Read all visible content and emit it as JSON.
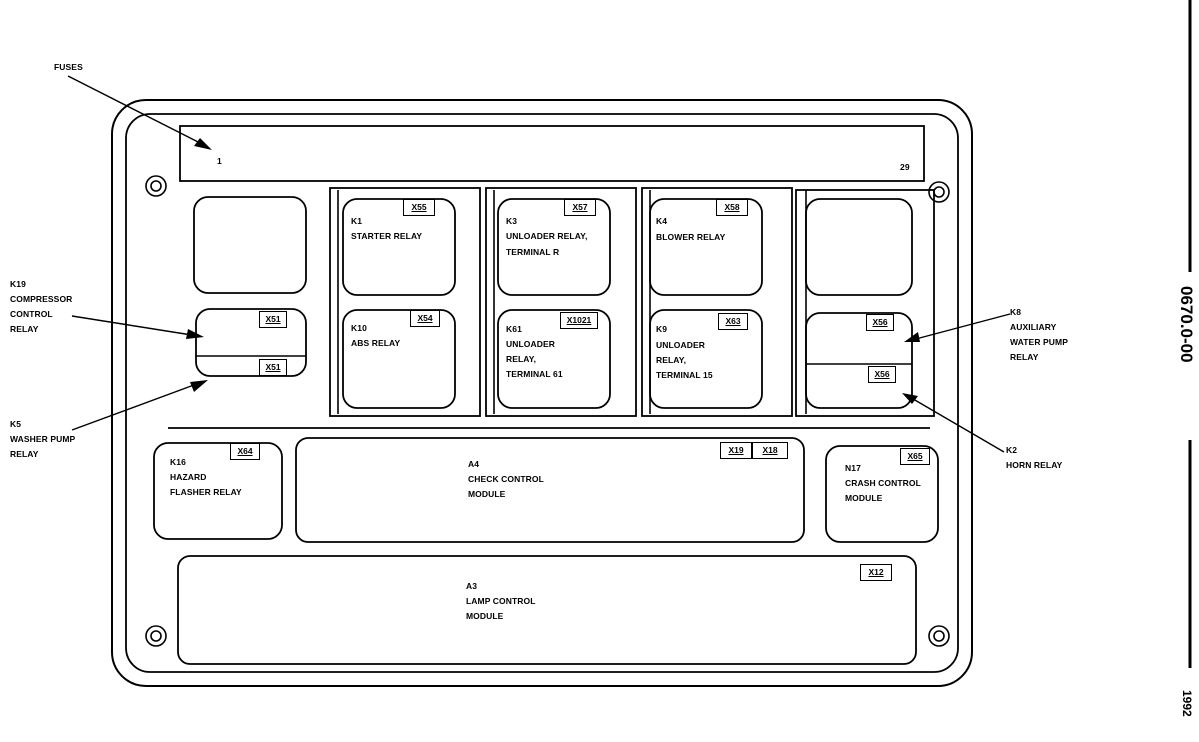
{
  "fuse_strip": {
    "label": "FUSES",
    "start": "1",
    "end": "29"
  },
  "relays": {
    "k1": {
      "code": "K1",
      "desc": "STARTER RELAY",
      "conn": "X55"
    },
    "k3": {
      "code": "K3",
      "desc1": "UNLOADER RELAY,",
      "desc2": "TERMINAL R",
      "conn": "X57"
    },
    "k4": {
      "code": "K4",
      "desc": "BLOWER RELAY",
      "conn": "X58"
    },
    "k10": {
      "code": "K10",
      "desc": "ABS RELAY",
      "conn": "X54"
    },
    "k61": {
      "code": "K61",
      "desc1": "UNLOADER",
      "desc2": "RELAY,",
      "desc3": "TERMINAL 61",
      "conn": "X1021"
    },
    "k9": {
      "code": "K9",
      "desc1": "UNLOADER",
      "desc2": "RELAY,",
      "desc3": "TERMINAL 15",
      "conn": "X63"
    },
    "k19_conn": "X51",
    "k5_conn": "X51",
    "k8_conn": "X56",
    "k2_conn": "X56"
  },
  "modules": {
    "k16": {
      "code": "K16",
      "desc1": "HAZARD",
      "desc2": "FLASHER RELAY",
      "conn": "X64"
    },
    "a4": {
      "code": "A4",
      "desc1": "CHECK CONTROL",
      "desc2": "MODULE",
      "conn1": "X19",
      "conn2": "X18"
    },
    "n17": {
      "code": "N17",
      "desc1": "CRASH CONTROL",
      "desc2": "MODULE",
      "conn": "X65"
    },
    "a3": {
      "code": "A3",
      "desc1": "LAMP CONTROL",
      "desc2": "MODULE",
      "conn": "X12"
    }
  },
  "callouts": {
    "k19": {
      "l1": "K19",
      "l2": "COMPRESSOR",
      "l3": "CONTROL",
      "l4": "RELAY"
    },
    "k5": {
      "l1": "K5",
      "l2": "WASHER PUMP",
      "l3": "RELAY"
    },
    "k8": {
      "l1": "K8",
      "l2": "AUXILIARY",
      "l3": "WATER PUMP",
      "l4": "RELAY"
    },
    "k2": {
      "l1": "K2",
      "l2": "HORN RELAY"
    }
  },
  "page_code": "0670.0-00",
  "year": "1992"
}
